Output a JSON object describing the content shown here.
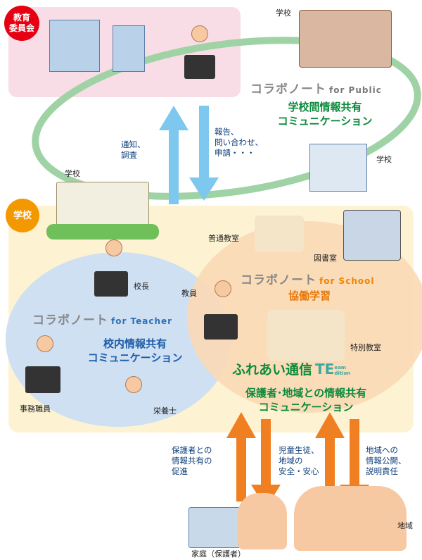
{
  "board": {
    "badge": "教育\n委員会"
  },
  "school_zone": {
    "badge": "学校"
  },
  "labels": {
    "school_top_right": "学校",
    "school_mid_right": "学校",
    "school_left": "学校",
    "regular_room": "普通教室",
    "library": "図書室",
    "special_room": "特別教室",
    "principal": "校長",
    "teacher": "教員",
    "office_staff": "事務職員",
    "nutritionist": "栄養士",
    "home": "家庭（保護者）",
    "community": "地域"
  },
  "arrows": {
    "notice": "通知、\n調査",
    "report": "報告、\n問い合わせ、\n申請・・・",
    "parents": "保護者との\n情報共有の\n促進",
    "safety": "児童生徒、\n地域の\n安全・安心",
    "disclosure": "地域への\n情報公開、\n説明責任"
  },
  "public": {
    "brand": "コラボノート",
    "sub": "for Public",
    "headline1": "学校間情報共有",
    "headline2": "コミュニケーション"
  },
  "school": {
    "brand": "コラボノート",
    "sub": "for School",
    "headline": "協働学習"
  },
  "teacher": {
    "brand": "コラボノート",
    "sub": "for Teacher",
    "headline1": "校内情報共有",
    "headline2": "コミュニケーション"
  },
  "fureai": {
    "brand": "ふれあい通信",
    "sub": "TE",
    "sub_small1": "eam",
    "sub_small2": "dition",
    "headline1": "保護者･地域との情報共有",
    "headline2": "コミュニケーション"
  },
  "colors": {
    "green_loop": "#9fd3a6",
    "blue_arrow": "#7ec7ef",
    "orange_arrow": "#f07f22",
    "blue_ellipse": "#cfe0f2",
    "orange_ellipse": "#fbd9b5"
  }
}
